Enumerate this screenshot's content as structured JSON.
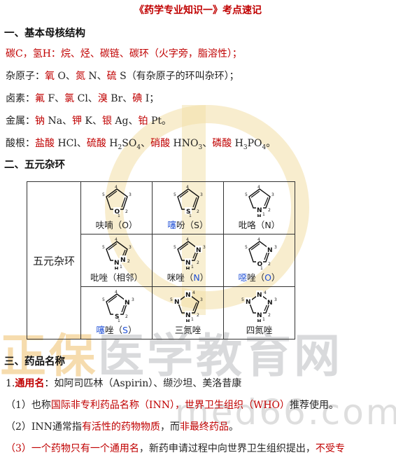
{
  "title": "《药学专业知识一》考点速记",
  "section1": {
    "heading": "一、基本母核结构",
    "carbon": {
      "label": "碳C，氢H：",
      "red": "烷、烃、碳链、碳环",
      "note": "（火字旁，脂溶性）；"
    },
    "hetero": {
      "label": "杂原子：",
      "o": "氧",
      "o_sym": " O、",
      "n": "氮",
      "n_sym": " N、",
      "s": "硫",
      "s_sym": " S",
      "note": "（有杂原子的环叫杂环）；"
    },
    "halogen": {
      "label": "卤素：",
      "f": "氟",
      "f_sym": " F、",
      "cl": "氯",
      "cl_sym": " Cl、",
      "br": "溴",
      "br_sym": " Br、",
      "i": "碘",
      "i_sym": " I；"
    },
    "metal": {
      "label": "金属：",
      "na": "钠",
      "na_sym": " Na、",
      "k": "钾",
      "k_sym": " K、",
      "ag": "银",
      "ag_sym": " Ag、",
      "pt": "铂",
      "pt_sym": " Pt。"
    },
    "acid": {
      "label": "酸根：",
      "hcl": "盐酸",
      "hcl_sym": " HCl、",
      "h2so4": "硫酸",
      "h2so4_h": " H",
      "h2so4_2": "2",
      "h2so4_so": "SO",
      "h2so4_4": "4",
      "h2so4_sep": "、",
      "hno3": "硝酸",
      "hno3_hno": " HNO",
      "hno3_3": "3",
      "hno3_sep": "、",
      "h3po4": "磷酸",
      "h3po4_h": " H",
      "h3po4_3": "3",
      "h3po4_po": "PO",
      "h3po4_4": "4",
      "h3po4_end": "。"
    }
  },
  "section2": {
    "heading": "二、五元杂环",
    "category": "五元杂环",
    "cells": [
      {
        "pre": "",
        "hl": "",
        "name": "呋喃（",
        "atom": "O",
        "end": "）",
        "atom_blue": false
      },
      {
        "pre": "",
        "hl": "噻",
        "name": "吩（",
        "atom": "S",
        "end": "）",
        "atom_blue": false
      },
      {
        "pre": "",
        "hl": "",
        "name": "吡咯（",
        "atom": "N",
        "end": "）",
        "atom_blue": false
      },
      {
        "pre": "",
        "hl": "",
        "name": "吡唑（相邻）",
        "atom": "",
        "end": "",
        "atom_blue": false
      },
      {
        "pre": "",
        "hl": "",
        "name": "咪唑（",
        "atom": "N",
        "end": "）",
        "atom_blue": true
      },
      {
        "pre": "",
        "hl": "噁",
        "name": "唑（",
        "atom": "O",
        "end": "）",
        "atom_blue": true
      },
      {
        "pre": "",
        "hl": "噻",
        "name": "唑（",
        "atom": "S",
        "end": "）",
        "atom_blue": true
      },
      {
        "pre": "",
        "hl": "",
        "name": "三氮唑",
        "atom": "",
        "end": "",
        "atom_blue": false
      },
      {
        "pre": "",
        "hl": "",
        "name": "四氮唑",
        "atom": "",
        "end": "",
        "atom_blue": false
      }
    ]
  },
  "section3": {
    "heading": "三、药品名称",
    "p1": {
      "num": "1.",
      "red": "通用名",
      "rest": "：如阿司匹林（Aspirin）、缬沙坦、美洛昔康"
    },
    "p2": {
      "a": "（1）也称",
      "red": "国际非专利药品名称（INN），世界卫生组织（WHO）",
      "b": "推荐使用。"
    },
    "p3": {
      "a": "（2）INN通常指",
      "red1": "有活性的药物物质",
      "b": "，而",
      "red2": "非最终药品",
      "c": "。"
    },
    "p4": {
      "red": "（3）一个药物只有一个通用名",
      "b": "，新药申请过程中向世界卫生组织提出，",
      "red2": "不受专"
    }
  },
  "watermark": {
    "text_a": "正保",
    "text_b": "医学教育网",
    "url": "med66.com"
  }
}
